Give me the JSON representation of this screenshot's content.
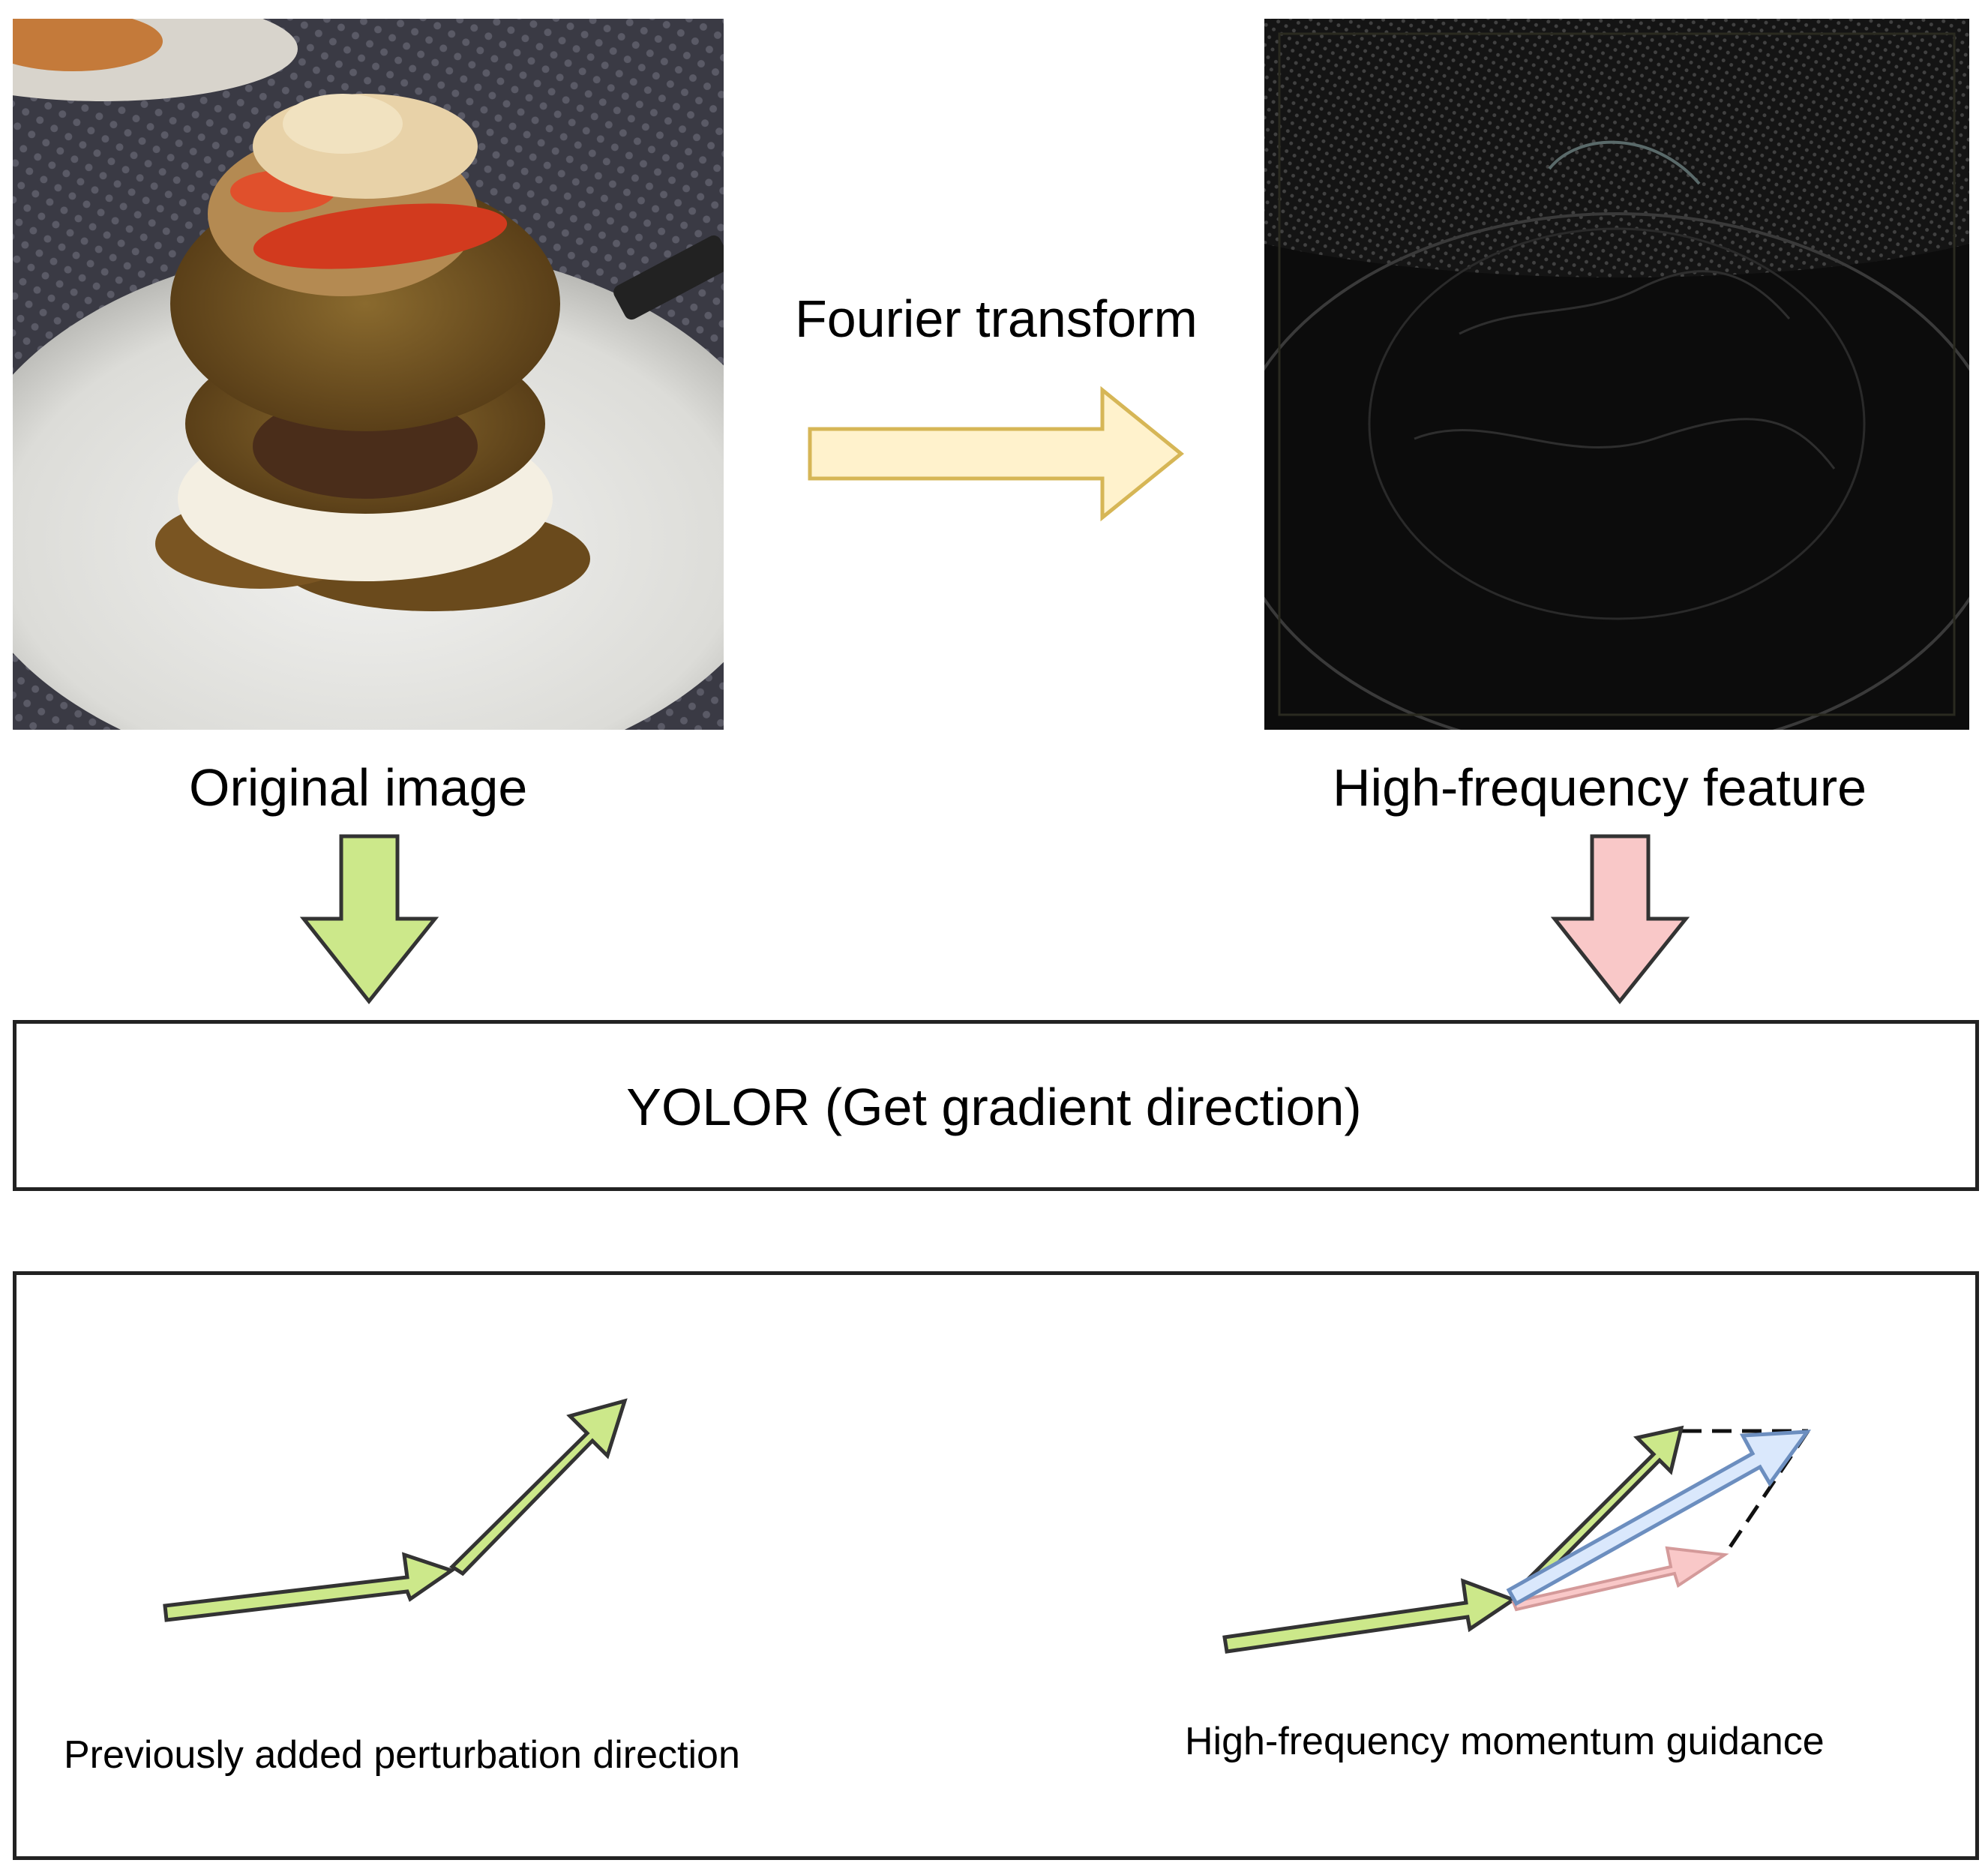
{
  "top": {
    "original_label": "Original image",
    "transform_label": "Fourier transform",
    "feature_label": "High-frequency feature"
  },
  "model_box": {
    "label": "YOLOR (Get gradient direction)"
  },
  "bottom_panel": {
    "left_caption": "Previously added perturbation direction",
    "right_caption": "High-frequency momentum guidance"
  },
  "colors": {
    "green_fill": "#cce88a",
    "pink_fill": "#f9c8c8",
    "blue_fill": "#dae8fc",
    "blue_stroke": "#6c8ebf",
    "yellow_fill": "#fff2cc",
    "yellow_stroke": "#d6b656",
    "stroke_dark": "#333333"
  }
}
